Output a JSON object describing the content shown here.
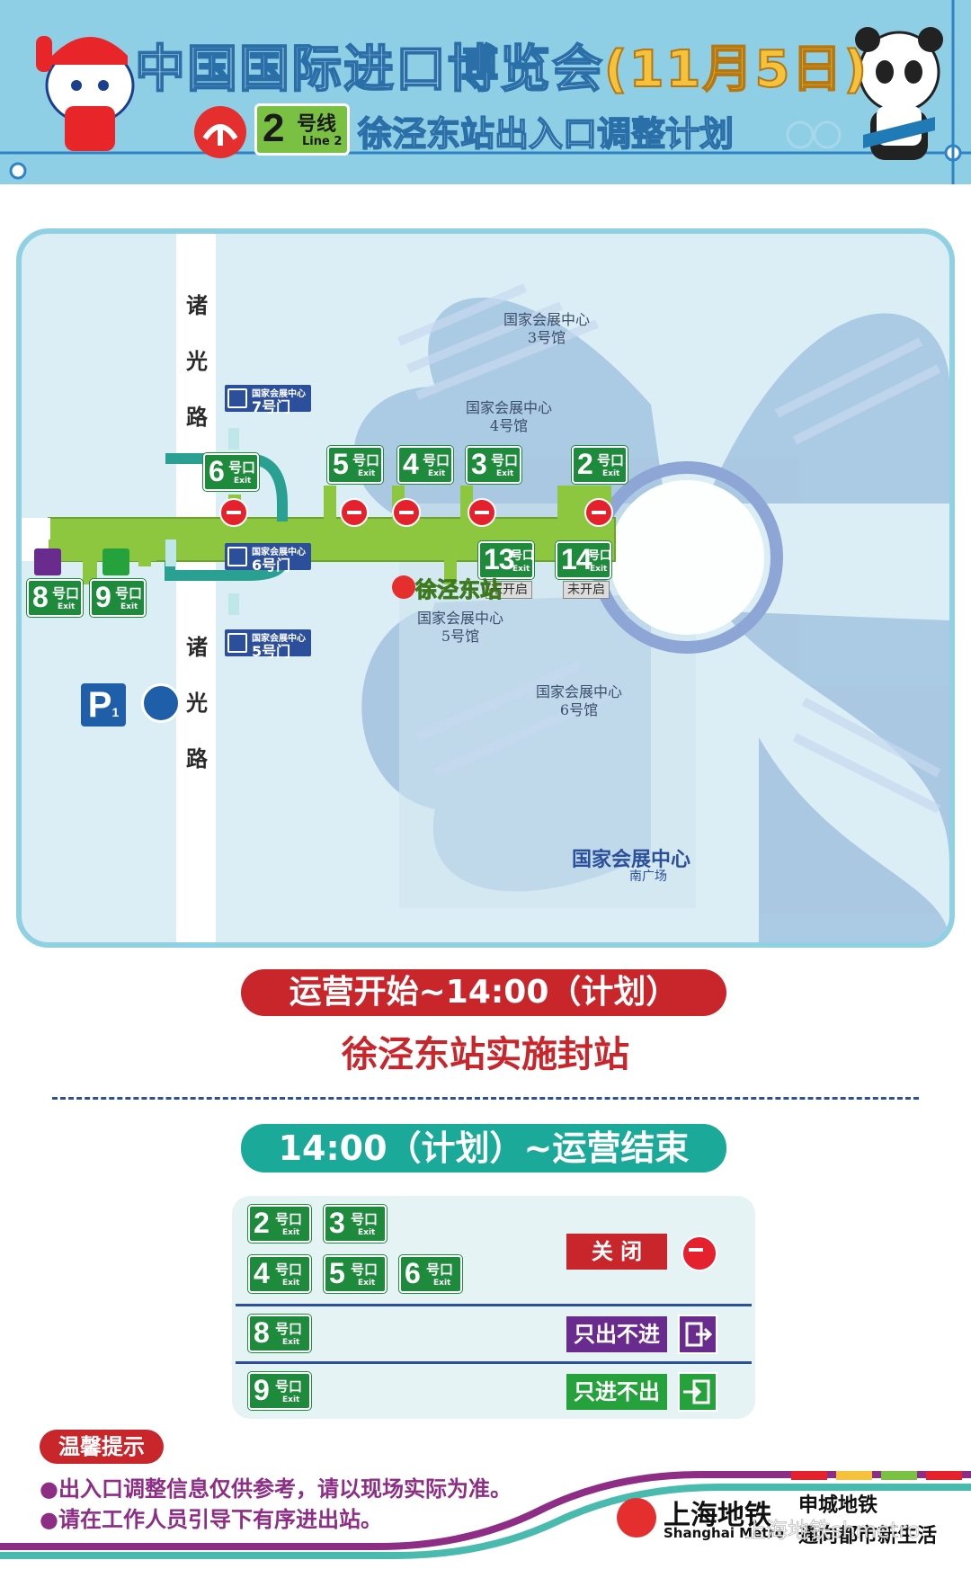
{
  "header": {
    "title": "中国国际进口博览会",
    "date": "(11月5日)",
    "line_number": "2",
    "line_label_cn": "号线",
    "line_label_en": "Line 2",
    "subtitle": "徐泾东站出入口调整计划"
  },
  "map": {
    "road_name": [
      "诸",
      "光",
      "路"
    ],
    "station_name": "徐泾东站",
    "halls": [
      {
        "name": "国家会展中心",
        "hall": "3号馆"
      },
      {
        "name": "国家会展中心",
        "hall": "4号馆"
      },
      {
        "name": "国家会展中心",
        "hall": "5号馆"
      },
      {
        "name": "国家会展中心",
        "hall": "6号馆"
      }
    ],
    "gates": [
      {
        "org": "国家会展中心",
        "gate": "7号门"
      },
      {
        "org": "国家会展中心",
        "gate": "6号门"
      },
      {
        "org": "国家会展中心",
        "gate": "5号门"
      }
    ],
    "exits": [
      {
        "num": "6",
        "kou": "号口",
        "en": "Exit"
      },
      {
        "num": "5",
        "kou": "号口",
        "en": "Exit"
      },
      {
        "num": "4",
        "kou": "号口",
        "en": "Exit"
      },
      {
        "num": "3",
        "kou": "号口",
        "en": "Exit"
      },
      {
        "num": "2",
        "kou": "号口",
        "en": "Exit"
      },
      {
        "num": "13",
        "kou": "号口",
        "en": "Exit"
      },
      {
        "num": "14",
        "kou": "号口",
        "en": "Exit"
      },
      {
        "num": "8",
        "kou": "号口",
        "en": "Exit"
      },
      {
        "num": "9",
        "kou": "号口",
        "en": "Exit"
      }
    ],
    "unopened": "未开启",
    "parking": "P",
    "parking_sub": "1",
    "south_plaza": "国家会展中心",
    "south_plaza_sub": "南广场"
  },
  "schedule": {
    "period1": "运营开始~14:00（计划）",
    "period1_desc": "徐泾东站实施封站",
    "period2": "14:00（计划）~运营结束"
  },
  "legend": {
    "closed_exits": [
      {
        "num": "2",
        "kou": "号口",
        "en": "Exit"
      },
      {
        "num": "3",
        "kou": "号口",
        "en": "Exit"
      },
      {
        "num": "4",
        "kou": "号口",
        "en": "Exit"
      },
      {
        "num": "5",
        "kou": "号口",
        "en": "Exit"
      },
      {
        "num": "6",
        "kou": "号口",
        "en": "Exit"
      }
    ],
    "closed_label": "关 闭",
    "exit_only": {
      "num": "8",
      "kou": "号口",
      "en": "Exit"
    },
    "exit_only_label": "只出不进",
    "entry_only": {
      "num": "9",
      "kou": "号口",
      "en": "Exit"
    },
    "entry_only_label": "只进不出"
  },
  "tips": {
    "title": "温馨提示",
    "items": [
      "●出入口调整信息仅供参考，请以现场实际为准。",
      "●请在工作人员引导下有序进出站。"
    ]
  },
  "footer": {
    "brand_cn": "上海地铁",
    "brand_en": "Shanghai Metro",
    "slogan_line1": "申城地铁",
    "slogan_line2": "通向都市新生活",
    "watermark": "上海地铁shmetro"
  },
  "colors": {
    "header_bg": "#8fcfe6",
    "map_bg": "#dbeef6",
    "station_green": "#8dc63f",
    "exit_green": "#1e8a3c",
    "closed_red": "#c9262c",
    "exit_only_purple": "#6a2b8f",
    "entry_only_green": "#26a23c",
    "gate_blue": "#2c4f9c",
    "period2_teal": "#1ba99a"
  }
}
